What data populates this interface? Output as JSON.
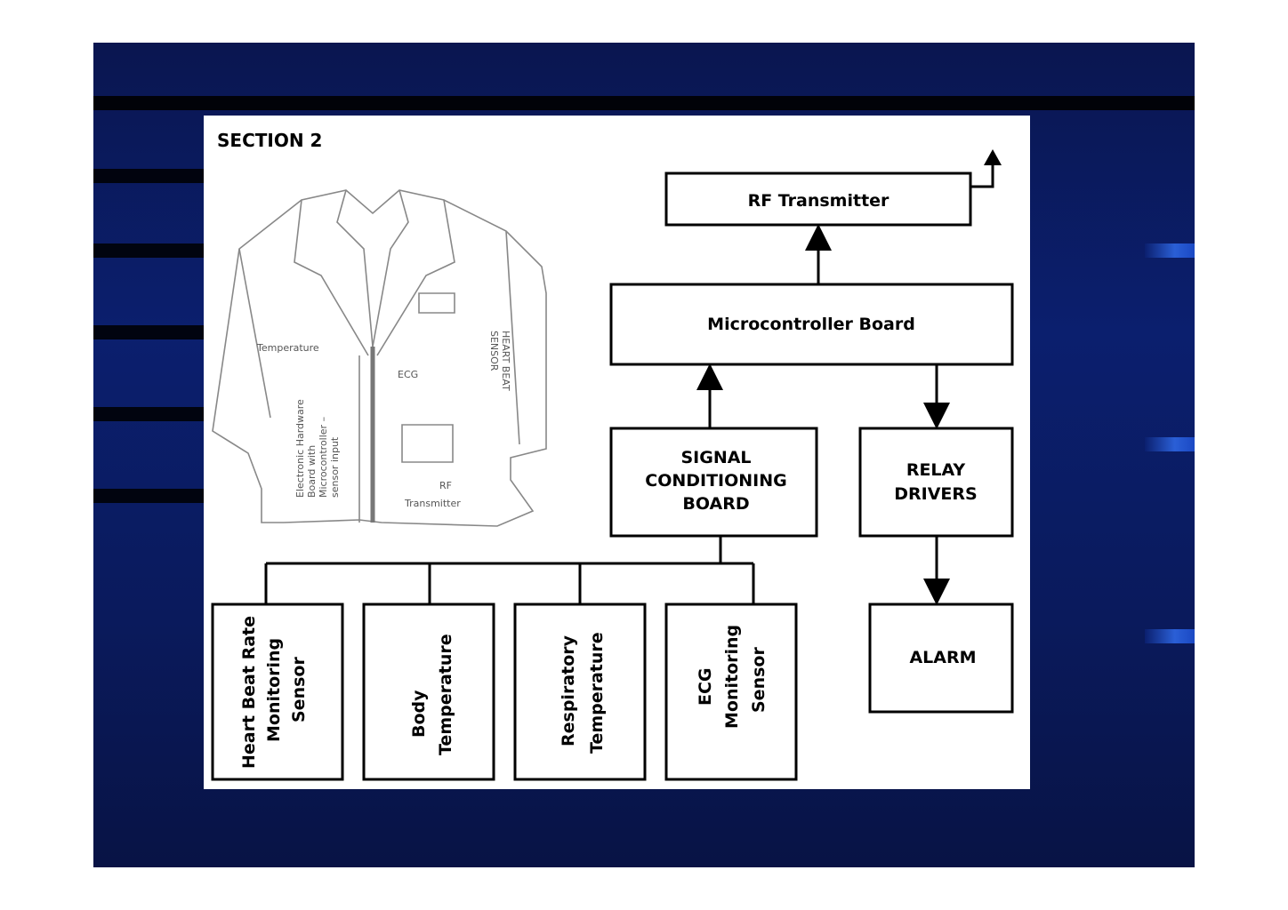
{
  "section_title": "SECTION 2",
  "colors": {
    "slide_bg": "#0b1f6e",
    "panel_bg": "#ffffff",
    "stroke": "#000000"
  },
  "boxes": {
    "rf_transmitter": "RF Transmitter",
    "microcontroller": "Microcontroller Board",
    "signal_conditioning": [
      "SIGNAL",
      "CONDITIONING",
      "BOARD"
    ],
    "relay_drivers": [
      "RELAY",
      "DRIVERS"
    ],
    "alarm": "ALARM",
    "sensors": [
      [
        "Heart Beat Rate",
        "Monitoring",
        "Sensor"
      ],
      [
        "Body",
        "Temperature"
      ],
      [
        "Respiratory",
        "Temperature"
      ],
      [
        "ECG",
        "Monitoring",
        "Sensor"
      ]
    ]
  },
  "coat_labels": {
    "temperature": "Temperature",
    "hardware": [
      "Electronic Hardware",
      "Board with",
      "Microcontroller –",
      "sensor input"
    ],
    "ecg": "ECG",
    "heart_beat": [
      "HEART BEAT",
      "SENSOR"
    ],
    "rf": [
      "RF",
      "Transmitter"
    ]
  }
}
